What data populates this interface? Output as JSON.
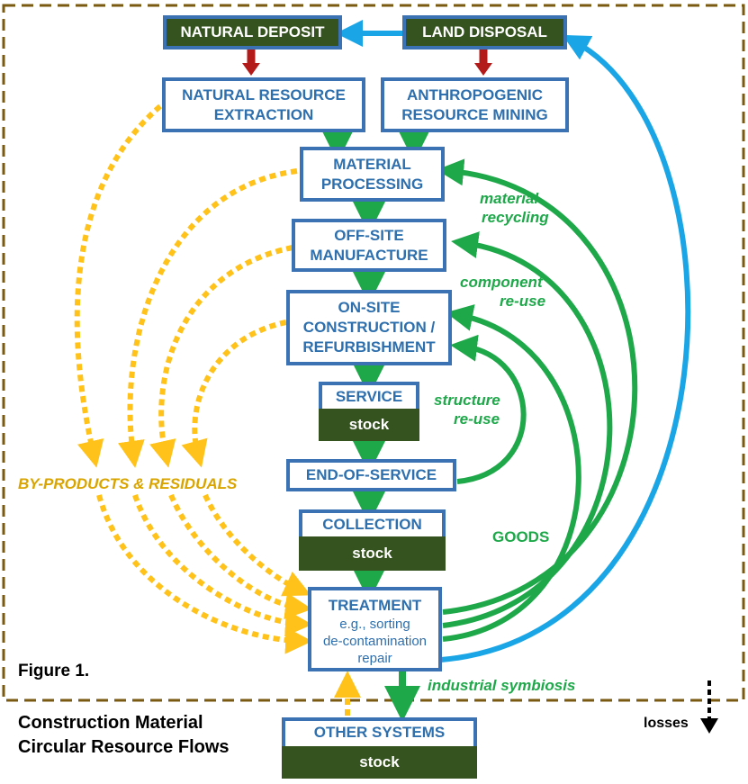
{
  "colors": {
    "box_border": "#3a72b4",
    "box_text": "#2e6fad",
    "dark_box": "#35531f",
    "green_flow": "#1ea84a",
    "blue_flow": "#1aa6e6",
    "yellow_flow": "#ffc21a",
    "red_arrow": "#b31b1b",
    "system_border": "#7a5a10"
  },
  "boxes": {
    "natural_deposit": "NATURAL DEPOSIT",
    "land_disposal": "LAND DISPOSAL",
    "natural_resource_extraction": [
      "NATURAL RESOURCE",
      "EXTRACTION"
    ],
    "anthropogenic_resource_mining": [
      "ANTHROPOGENIC",
      "RESOURCE MINING"
    ],
    "material_processing": [
      "MATERIAL",
      "PROCESSING"
    ],
    "off_site_manufacture": [
      "OFF-SITE",
      "MANUFACTURE"
    ],
    "on_site_construction": [
      "ON-SITE",
      "CONSTRUCTION /",
      "REFURBISHMENT"
    ],
    "service": "SERVICE",
    "end_of_service": "END-OF-SERVICE",
    "collection": "COLLECTION",
    "treatment": "TREATMENT",
    "treatment_details": [
      "e.g., sorting",
      "de-contamination",
      "repair"
    ],
    "other_systems": "OTHER SYSTEMS",
    "stock": "stock"
  },
  "labels": {
    "material_recycling": [
      "material",
      "recycling"
    ],
    "component_reuse": [
      "component",
      "re-use"
    ],
    "structure_reuse": [
      "structure",
      "re-use"
    ],
    "goods": "GOODS",
    "industrial_symbiosis": "industrial symbiosis",
    "by_products": "BY-PRODUCTS & RESIDUALS",
    "figure": "Figure 1.",
    "caption": [
      "Construction Material",
      "Circular Resource Flows"
    ],
    "losses": "losses"
  }
}
